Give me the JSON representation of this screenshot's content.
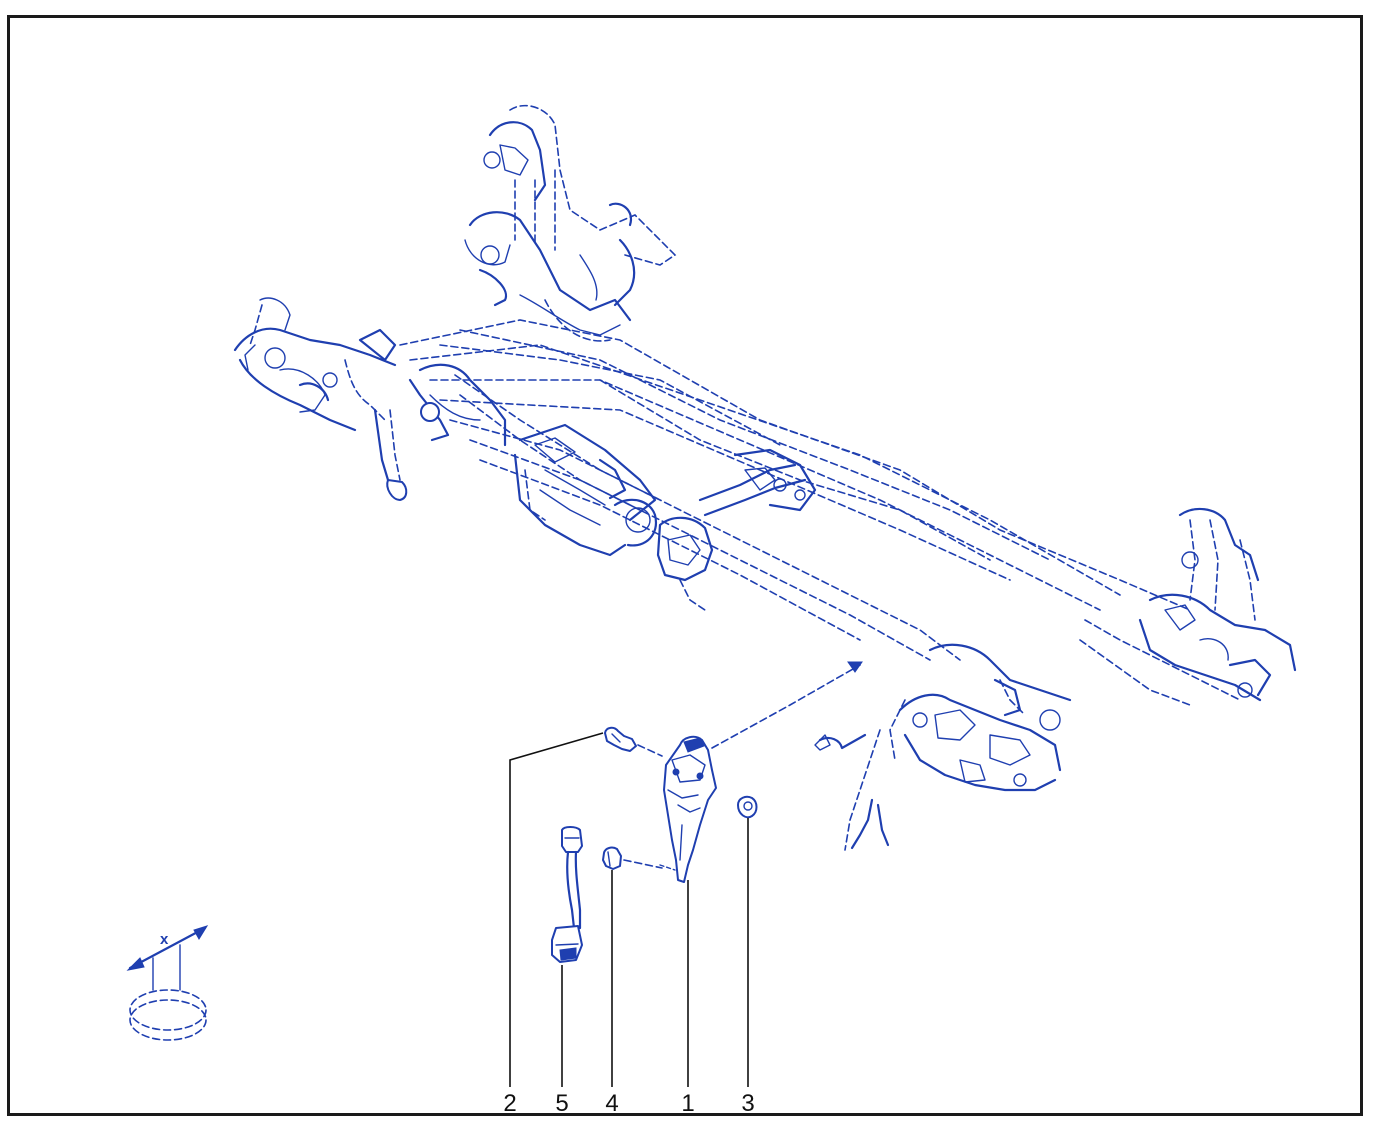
{
  "diagram": {
    "callouts": [
      {
        "id": "callout-2",
        "label": "2"
      },
      {
        "id": "callout-5",
        "label": "5"
      },
      {
        "id": "callout-4",
        "label": "4"
      },
      {
        "id": "callout-1",
        "label": "1"
      },
      {
        "id": "callout-3",
        "label": "3"
      }
    ],
    "axis_marker_label": "x",
    "colors": {
      "line_art": "#1f3fb0",
      "frame": "#1a1a1a",
      "leader": "#111111",
      "background": "#ffffff"
    }
  }
}
